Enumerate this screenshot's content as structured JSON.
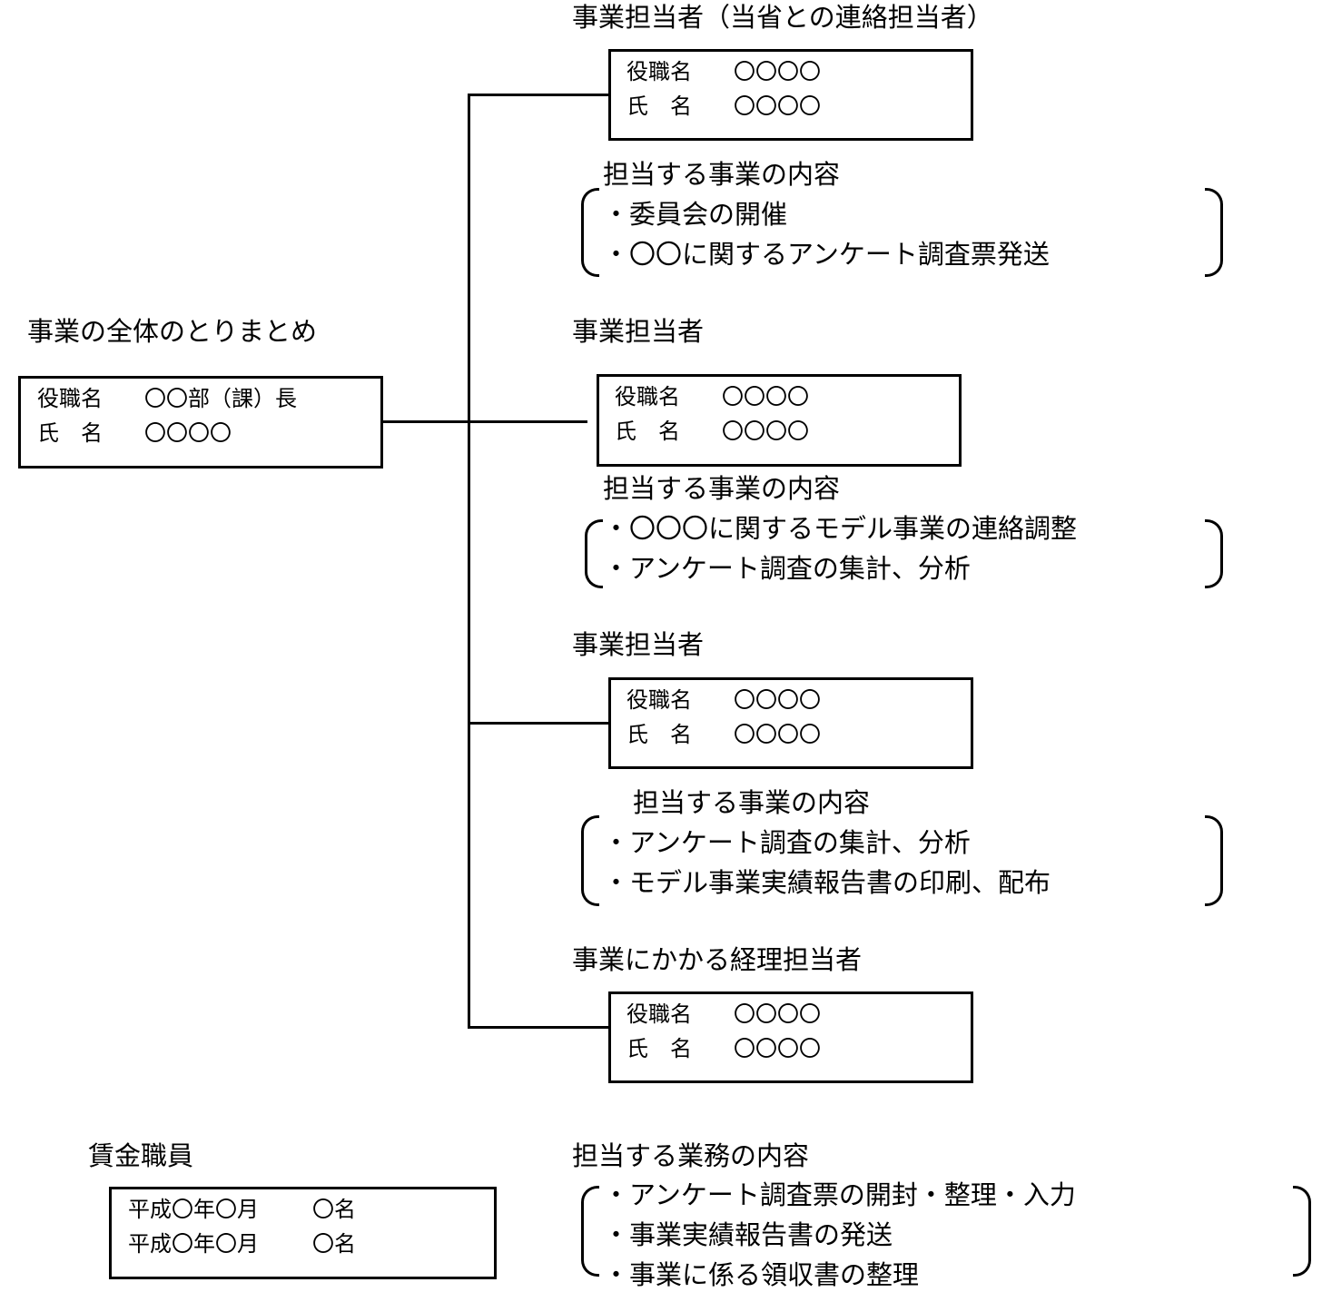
{
  "overall": {
    "heading": "事業の全体のとりまとめ",
    "position_label": "役職名",
    "position_value": "〇〇部（課）長",
    "name_label": "氏　名",
    "name_value": "〇〇〇〇"
  },
  "staff": [
    {
      "heading": "事業担当者（当省との連絡担当者）",
      "position_label": "役職名",
      "position_value": "〇〇〇〇",
      "name_label": "氏　名",
      "name_value": "〇〇〇〇",
      "duties_heading": "担当する事業の内容",
      "duties": [
        "委員会の開催",
        "〇〇に関するアンケート調査票発送"
      ]
    },
    {
      "heading": "事業担当者",
      "position_label": "役職名",
      "position_value": "〇〇〇〇",
      "name_label": "氏　名",
      "name_value": "〇〇〇〇",
      "duties_heading": "担当する事業の内容",
      "duties": [
        "〇〇〇に関するモデル事業の連絡調整",
        "アンケート調査の集計、分析"
      ]
    },
    {
      "heading": "事業担当者",
      "position_label": "役職名",
      "position_value": "〇〇〇〇",
      "name_label": "氏　名",
      "name_value": "〇〇〇〇",
      "duties_heading": "担当する事業の内容",
      "duties": [
        "アンケート調査の集計、分析",
        "モデル事業実績報告書の印刷、配布"
      ]
    },
    {
      "heading": "事業にかかる経理担当者",
      "position_label": "役職名",
      "position_value": "〇〇〇〇",
      "name_label": "氏　名",
      "name_value": "〇〇〇〇"
    }
  ],
  "wage_staff": {
    "heading": "賃金職員",
    "rows": [
      {
        "period": "平成〇年〇月",
        "count": "〇名"
      },
      {
        "period": "平成〇年〇月",
        "count": "〇名"
      }
    ],
    "duties_heading": "担当する業務の内容",
    "duties": [
      "アンケート調査票の開封・整理・入力",
      "事業実績報告書の発送",
      "事業に係る領収書の整理"
    ]
  }
}
